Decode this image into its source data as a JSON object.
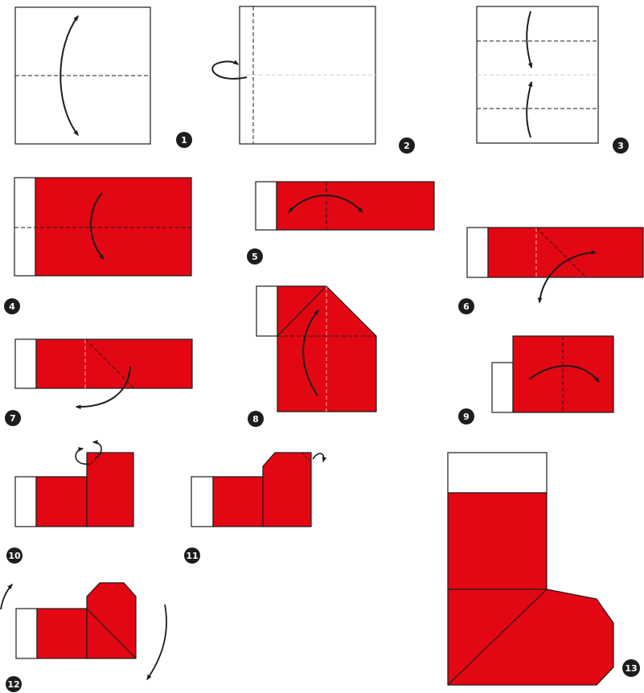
{
  "diagram": {
    "colors": {
      "paper_front": "#ffffff",
      "paper_back": "#e30613",
      "outline": "#1d1d1b",
      "badge": "#1d1d1b",
      "crease_light": "#cccccc"
    },
    "steps": [
      {
        "number": "1"
      },
      {
        "number": "2"
      },
      {
        "number": "3"
      },
      {
        "number": "4"
      },
      {
        "number": "5"
      },
      {
        "number": "6"
      },
      {
        "number": "7"
      },
      {
        "number": "8"
      },
      {
        "number": "9"
      },
      {
        "number": "10"
      },
      {
        "number": "11"
      },
      {
        "number": "12"
      },
      {
        "number": "13"
      }
    ]
  }
}
